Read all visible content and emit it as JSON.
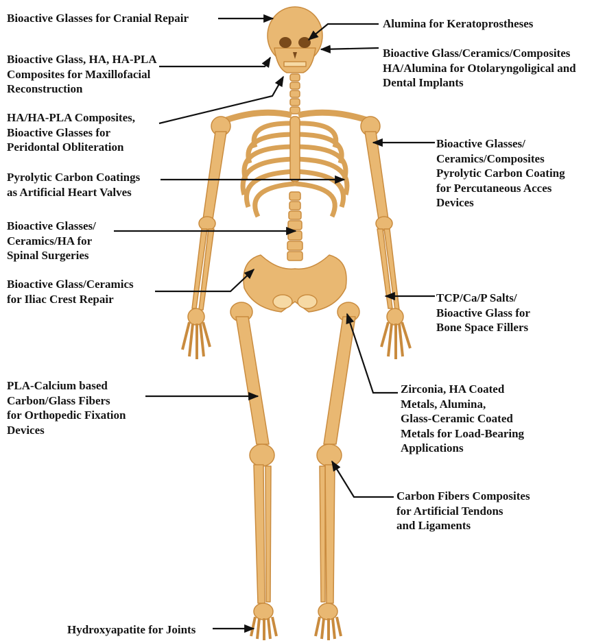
{
  "colors": {
    "bone": "#E9B872",
    "bone_dark": "#C98B3E",
    "bone_light": "#F6D9A4",
    "line": "#111111"
  },
  "labels": {
    "cranial": "Bioactive Glasses for Cranial Repair",
    "maxillofacial": "Bioactive Glass, HA, HA-PLA\nComposites for Maxillofacial\nReconstruction",
    "peridontal": "HA/HA-PLA Composites,\nBioactive Glasses for\nPeridontal Obliteration",
    "heart_valves": "Pyrolytic Carbon Coatings\nas Artificial Heart Valves",
    "spinal": "Bioactive Glasses/\nCeramics/HA for\nSpinal Surgeries",
    "iliac": "Bioactive Glass/Ceramics\nfor Iliac Crest Repair",
    "orthopedic": "PLA-Calcium based\nCarbon/Glass Fibers\nfor Orthopedic Fixation\nDevices",
    "joints": "Hydroxyapatite for Joints",
    "kerato": "Alumina for Keratoprostheses",
    "otolaryngo": "Bioactive Glass/Ceramics/Composites\nHA/Alumina for Otolaryngoligical and\nDental Implants",
    "percutaneous": "Bioactive Glasses/\nCeramics/Composites\nPyrolytic Carbon Coating\nfor Percutaneous Acces\nDevices",
    "fillers": "TCP/Ca/P Salts/\nBioactive Glass for\nBone Space Fillers",
    "load_bearing": "Zirconia, HA Coated\nMetals, Alumina,\nGlass-Ceramic Coated\nMetals for Load-Bearing\nApplications",
    "tendons": "Carbon Fibers Composites\nfor Artificial Tendons\nand Ligaments"
  }
}
